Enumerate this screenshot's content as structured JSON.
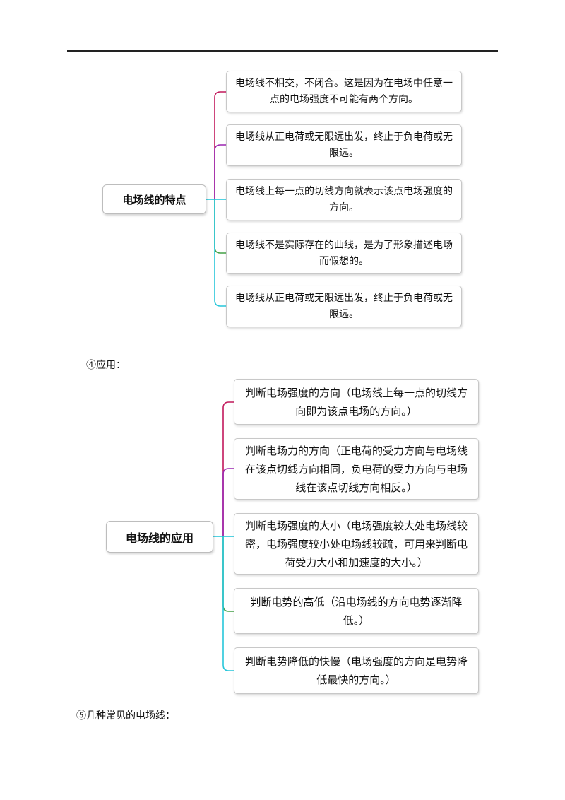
{
  "mindmap1": {
    "root": "电场线的特点",
    "items": [
      "电场线不相交，不闭合。这是因为在电场中任意一点的电场强度不可能有两个方向。",
      "电场线从正电荷或无限远出发，终止于负电荷或无限远。",
      "电场线上每一点的切线方向就表示该点电场强度的方向。",
      "电场线不是实际存在的曲线，是为了形象描述电场而假想的。",
      "电场线从正电荷或无限远出发，终止于负电荷或无限远。"
    ]
  },
  "section4_label": "④应用：",
  "mindmap2": {
    "root": "电场线的应用",
    "items": [
      "判断电场强度的方向（电场线上每一点的切线方向即为该点电场的方向。）",
      "判断电场力的方向（正电荷的受力方向与电场线在该点切线方向相同，负电荷的受力方向与电场线在该点切线方向相反。）",
      "判断电场强度的大小（电场强度较大处电场线较密，电场强度较小处电场线较疏，可用来判断电荷受力大小和加速度的大小。）",
      "判断电势的高低（沿电场线的方向电势逐渐降低。）",
      "判断电势降低的快慢（电场强度的方向是电势降低最快的方向。）"
    ]
  },
  "section5_label": "⑤几种常见的电场线：",
  "colors": {
    "branch_colors": [
      "#c2185b",
      "#9c27b0",
      "#26c6da",
      "#43a047",
      "#26c6da"
    ]
  }
}
